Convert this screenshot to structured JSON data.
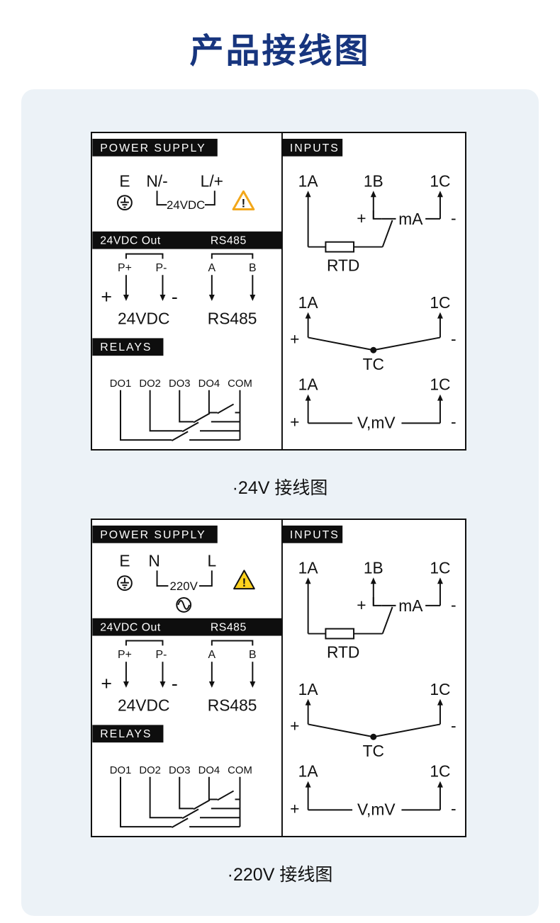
{
  "colors": {
    "title_blue": "#17357e",
    "panel_background": "#ecf2f7",
    "line_black": "#111111",
    "warning_yellow_outline": "#f2a71b",
    "warning_yellow_fill": "#ffd21e"
  },
  "page": {
    "title": "产品接线图",
    "caption_24v": "·24V 接线图",
    "caption_220v": "·220V 接线图"
  },
  "d24": {
    "power": {
      "header": "POWER SUPPLY",
      "terminal_e": "E",
      "terminal_n": "N/-",
      "terminal_l": "L/+",
      "voltage": "24VDC",
      "warning_mark": "!"
    },
    "bus": {
      "header_left": "24VDC Out",
      "header_right": "RS485",
      "p_plus": "P+",
      "p_minus": "P-",
      "a": "A",
      "b": "B",
      "plus": "+",
      "minus": "-",
      "dc_label": "24VDC",
      "rs_label": "RS485"
    },
    "relays": {
      "header": "RELAYS",
      "do1": "DO1",
      "do2": "DO2",
      "do3": "DO3",
      "do4": "DO4",
      "com": "COM"
    },
    "inputs": {
      "header": "INPUTS",
      "rtd": {
        "t1": "1A",
        "t2": "1B",
        "t3": "1C",
        "plus": "+",
        "minus": "-",
        "ma": "mA",
        "label": "RTD"
      },
      "tc": {
        "t1": "1A",
        "t3": "1C",
        "plus": "+",
        "minus": "-",
        "label": "TC"
      },
      "vmv": {
        "t1": "1A",
        "t3": "1C",
        "plus": "+",
        "minus": "-",
        "label": "V,mV"
      }
    }
  },
  "d220": {
    "power": {
      "header": "POWER SUPPLY",
      "terminal_e": "E",
      "terminal_n": "N",
      "terminal_l": "L",
      "voltage": "220V",
      "warning_mark": "!"
    },
    "bus": {
      "header_left": "24VDC Out",
      "header_right": "RS485",
      "p_plus": "P+",
      "p_minus": "P-",
      "a": "A",
      "b": "B",
      "plus": "+",
      "minus": "-",
      "dc_label": "24VDC",
      "rs_label": "RS485"
    },
    "relays": {
      "header": "RELAYS",
      "do1": "DO1",
      "do2": "DO2",
      "do3": "DO3",
      "do4": "DO4",
      "com": "COM"
    },
    "inputs": {
      "header": "INPUTS",
      "rtd": {
        "t1": "1A",
        "t2": "1B",
        "t3": "1C",
        "plus": "+",
        "minus": "-",
        "ma": "mA",
        "label": "RTD"
      },
      "tc": {
        "t1": "1A",
        "t3": "1C",
        "plus": "+",
        "minus": "-",
        "label": "TC"
      },
      "vmv": {
        "t1": "1A",
        "t3": "1C",
        "plus": "+",
        "minus": "-",
        "label": "V,mV"
      }
    }
  }
}
